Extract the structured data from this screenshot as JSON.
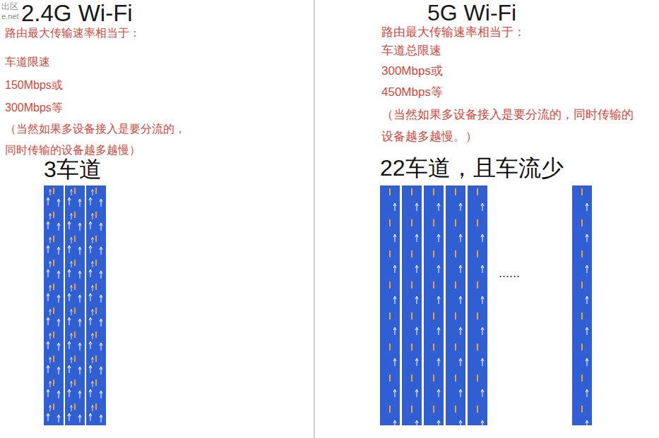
{
  "diagram": {
    "labels": [
      "出区",
      "e.net",
      "2.4G Wi-Fi",
      "路由最大传输速率相当于：",
      "车道限速",
      "150Mbps或",
      "300Mbps等",
      "（当然如果多设备接入是要分流的，同时传输的设备越多越慢）",
      "3车道",
      "5G Wi-Fi",
      "路由最大传输速率相当于：",
      "车道总限速",
      "300Mbps或",
      "450Mbps等",
      "（当然如果多设备接入是要分流的，同时传输的设备越多越慢。）",
      "22车道，且车流少",
      "......"
    ]
  }
}
